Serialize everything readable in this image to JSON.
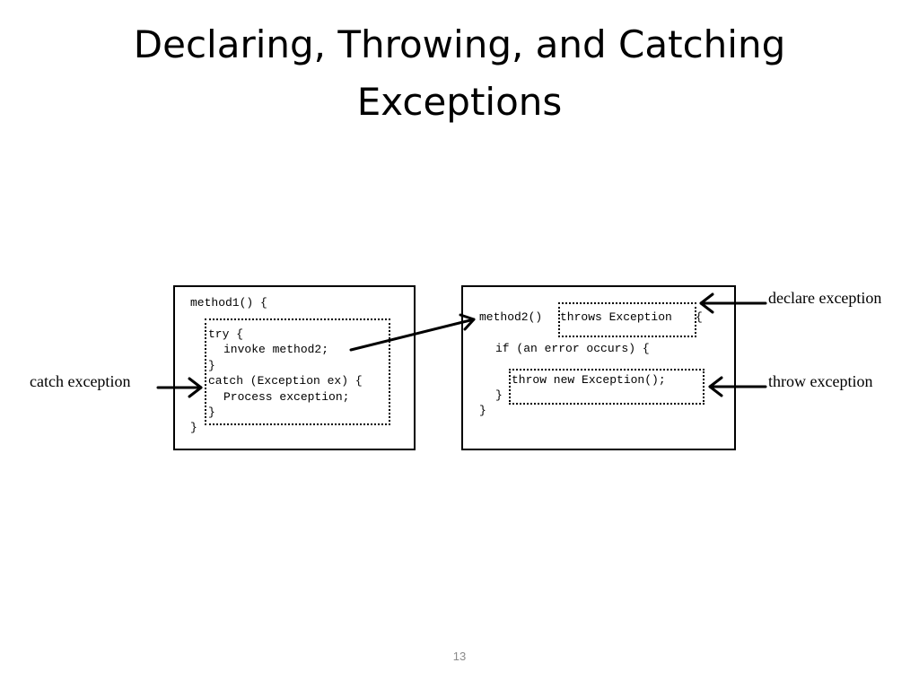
{
  "slide": {
    "title_line1": "Declaring, Throwing, and Catching",
    "title_line2": "Exceptions",
    "page_number": "13"
  },
  "method1": {
    "line1": "method1() {",
    "line2": "try {",
    "line3": "invoke method2;",
    "line4": "}",
    "line5": "catch (Exception ex) {",
    "line6": "Process exception;",
    "line7": "}",
    "line8": "}"
  },
  "method2": {
    "line1_a": "method2()",
    "line1_b": "throws Exception",
    "line1_c": "{",
    "line2": "if (an error occurs) {",
    "line3": "throw new Exception();",
    "line4": "}",
    "line5": "}"
  },
  "labels": {
    "catch": "catch exception",
    "declare": "declare exception",
    "throw": "throw exception"
  }
}
